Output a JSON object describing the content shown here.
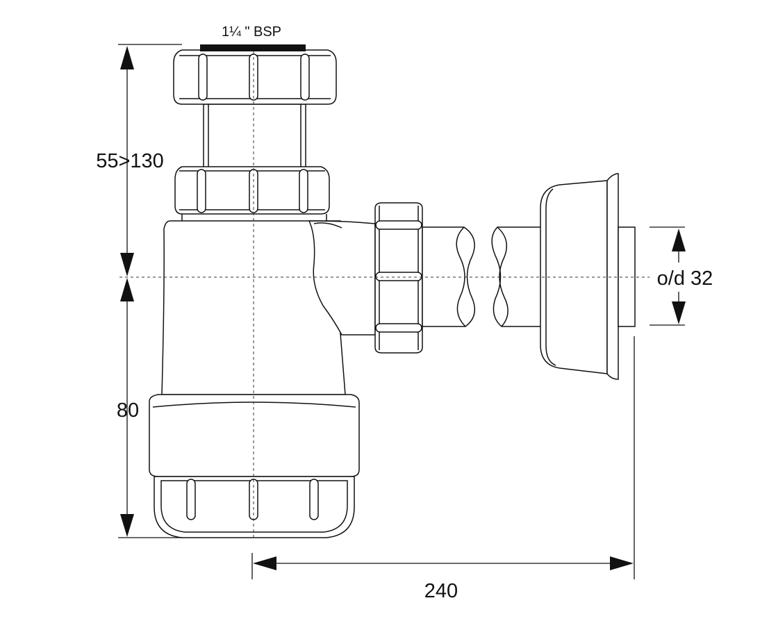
{
  "drawing": {
    "thread_label": "1¼ \" BSP",
    "height_adjust_label": "55>130",
    "lower_height_label": "80",
    "outlet_diameter_label": "o/d 32",
    "reach_label": "240"
  }
}
